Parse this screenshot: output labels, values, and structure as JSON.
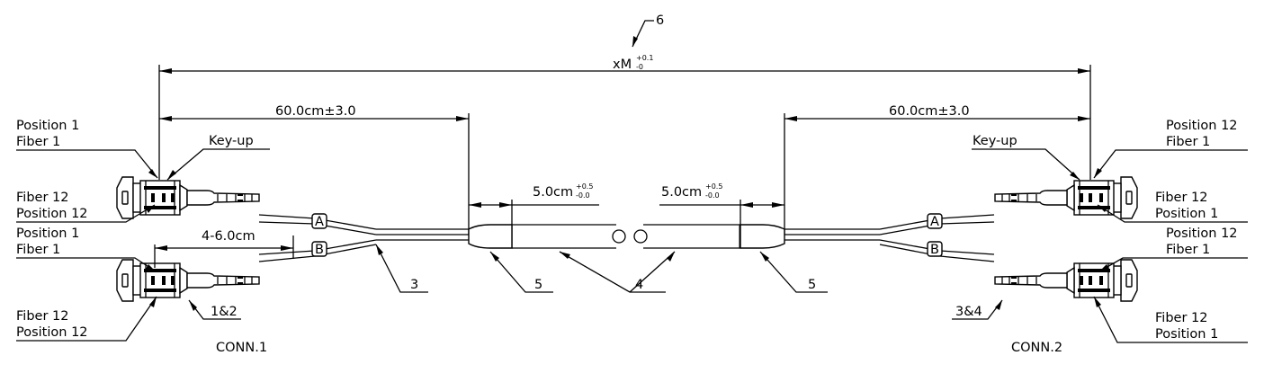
{
  "labels": {
    "ref6": "6",
    "overall_length_main": "xM",
    "overall_length_tol_plus": "+0.1",
    "overall_length_tol_minus": "-0",
    "left_length": "60.0cm±3.0",
    "right_length": "60.0cm±3.0",
    "left_sleeve_main": "5.0cm",
    "left_sleeve_tol_plus": "+0.5",
    "left_sleeve_tol_minus": "-0.0",
    "right_sleeve_main": "5.0cm",
    "right_sleeve_tol_plus": "+0.5",
    "right_sleeve_tol_minus": "-0.0",
    "breakout_length": "4-6.0cm",
    "key_up_left": "Key-up",
    "key_up_right": "Key-up",
    "leg_a_left": "A",
    "leg_b_left": "B",
    "leg_a_right": "A",
    "leg_b_right": "B",
    "ref3": "3",
    "ref5_left": "5",
    "ref4": "4",
    "ref5_right": "5",
    "ref_1_2": "1&2",
    "ref_3_4": "3&4",
    "conn1": "CONN.1",
    "conn2": "CONN.2"
  },
  "callouts": {
    "left_top_a_line1": "Position  1",
    "left_top_a_line2": "Fiber  1",
    "left_top_b_line1": "Fiber  12",
    "left_top_b_line2": "Position  12",
    "left_bot_a_line1": "Position  1",
    "left_bot_a_line2": "Fiber  1",
    "left_bot_b_line1": "Fiber  12",
    "left_bot_b_line2": "Position  12",
    "right_top_a_line1": "Position  12",
    "right_top_a_line2": "Fiber  1",
    "right_top_b_line1": "Fiber  12",
    "right_top_b_line2": "Position  1",
    "right_bot_a_line1": "Position  12",
    "right_bot_a_line2": "Fiber  1",
    "right_bot_b_line1": "Fiber  12",
    "right_bot_b_line2": "Position  1"
  }
}
